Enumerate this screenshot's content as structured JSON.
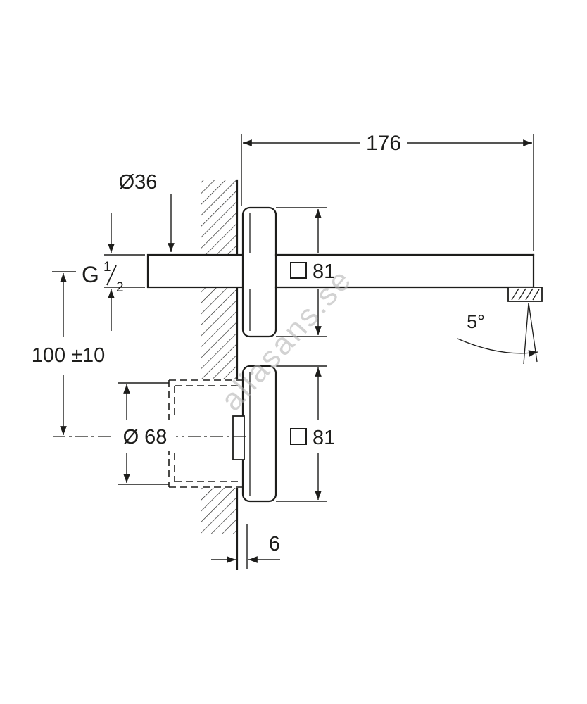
{
  "watermark": "aliasans.se",
  "colors": {
    "line": "#1d1d1b",
    "watermark": "#b5b5b5"
  },
  "dims": {
    "length": "176",
    "hole": "Ø36",
    "thread_letter": "G",
    "thread_num": "1",
    "thread_den": "2",
    "offset": "100 ±10",
    "body": "Ø 68",
    "plate_top": "81",
    "plate_bottom": "81",
    "angle": "5°",
    "projection": "6"
  }
}
